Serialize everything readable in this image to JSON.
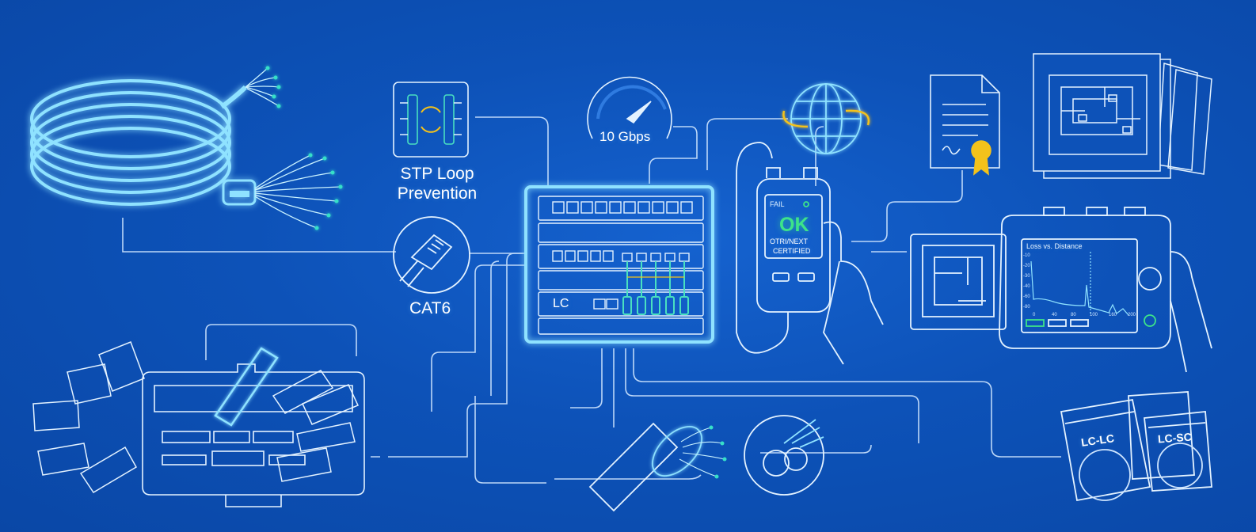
{
  "labels": {
    "stp": "STP Loop Prevention",
    "cat6": "CAT6",
    "speed": "10 Gbps",
    "rack_lc": "LC",
    "tester_ok": "OK",
    "tester_fail": "FAIL",
    "tester_cert_line1": "OTRI/NEXT",
    "tester_cert_line2": "CERTIFIED",
    "otdr_title": "Loss vs. Distance",
    "patch_lc_lc": "LC-LC",
    "patch_lc_sc": "LC-SC"
  },
  "otdr_axis": {
    "y_ticks": [
      "-10",
      "-20",
      "-30",
      "-40",
      "-60",
      "-80"
    ],
    "x_ticks": [
      "0",
      "40",
      "80",
      "100",
      "160",
      "200"
    ]
  },
  "colors": {
    "background": "#0b4fb4",
    "line": "#dcefff",
    "glow": "#5fd0ff",
    "ok_green": "#3de38a",
    "fiber_tip": "#36e0c8",
    "seal_gold": "#f3c21b"
  },
  "icons": [
    "coiled-fiber-cable-icon",
    "stp-switch-icon",
    "speedometer-icon",
    "globe-sync-icon",
    "certificate-icon",
    "blueprint-stack-icon",
    "rj45-connector-icon",
    "network-rack-icon",
    "cable-tester-icon",
    "otdr-device-icon",
    "sfp-transceiver-case-icon",
    "fiber-bundle-icon",
    "fiber-cross-section-icon",
    "patch-cable-package-icon"
  ]
}
